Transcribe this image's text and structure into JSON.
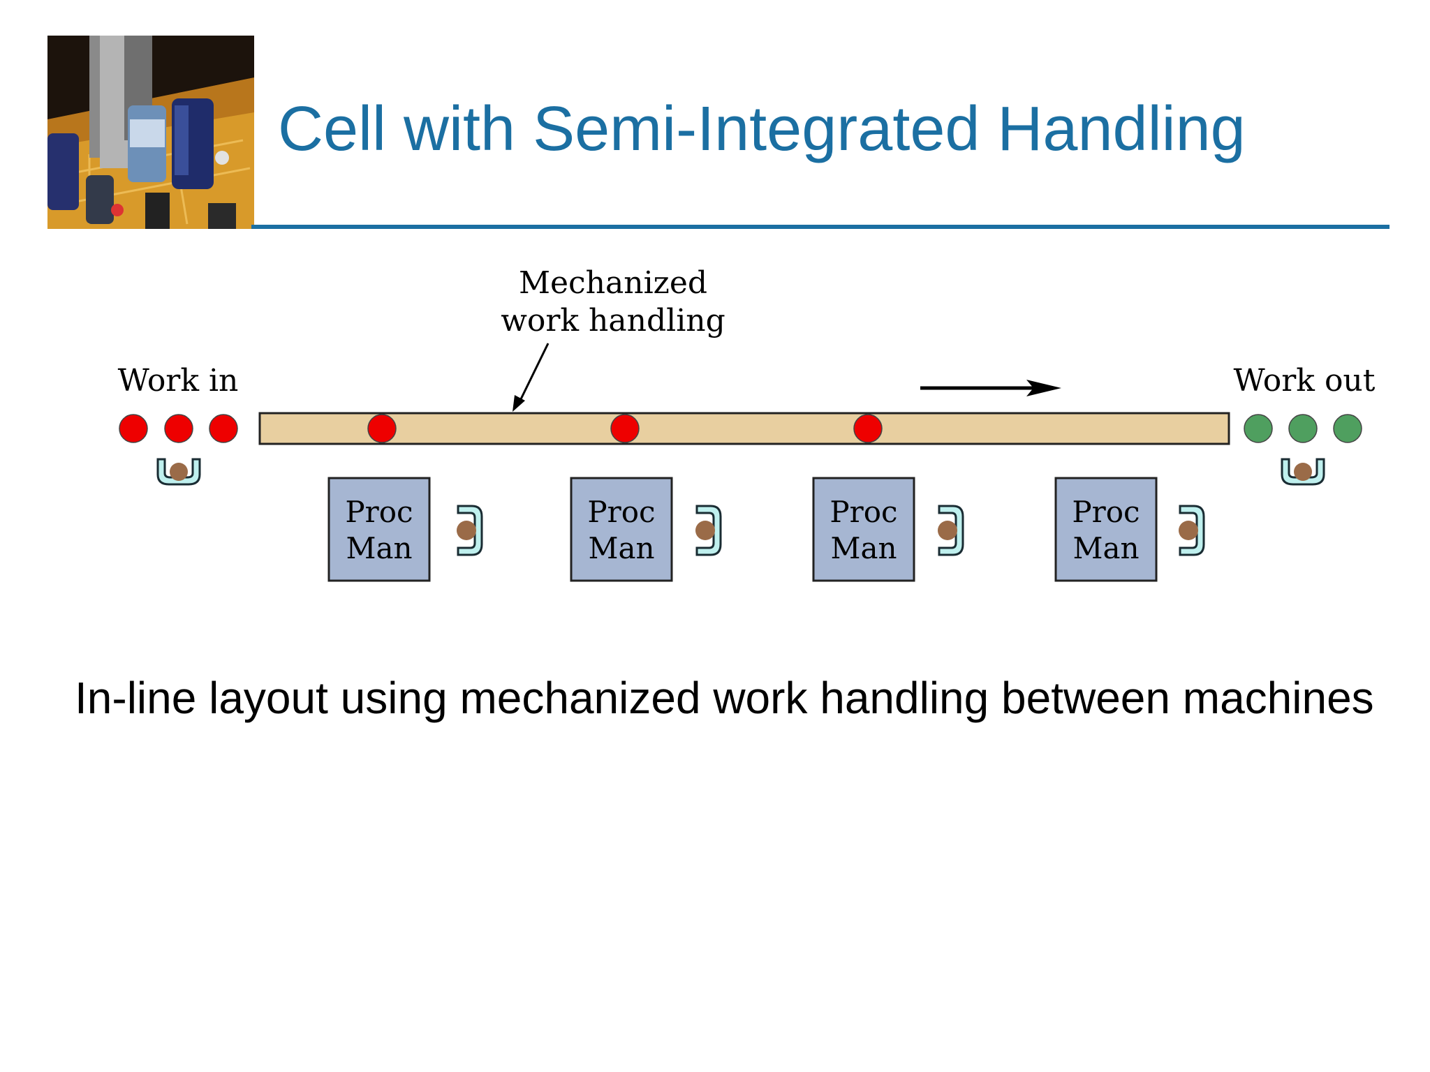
{
  "slide": {
    "title": "Cell with Semi-Integrated Handling",
    "body": "In-line layout using mechanized work handling between machines",
    "colors": {
      "title": "#1b6fa2",
      "rule": "#1b6fa2"
    }
  },
  "thumbnail": {
    "icon": "circuit-board-photo"
  },
  "diagram": {
    "callout_line1": "Mechanized",
    "callout_line2": "work handling",
    "work_in_label": "Work in",
    "work_out_label": "Work out",
    "station_line1": "Proc",
    "station_line2": "Man",
    "station_count": 4,
    "flow_direction": "right",
    "colors": {
      "conveyor": "#e8cfa0",
      "station": "#a6b6d2",
      "incoming_part": "#ee0000",
      "finished_part": "#4f9f5f",
      "worker_head": "#9a6b48",
      "worker_body": "#bff0ee"
    },
    "icons": {
      "worker": "worker-icon",
      "part": "part-icon",
      "arrow": "flow-arrow-icon"
    }
  }
}
